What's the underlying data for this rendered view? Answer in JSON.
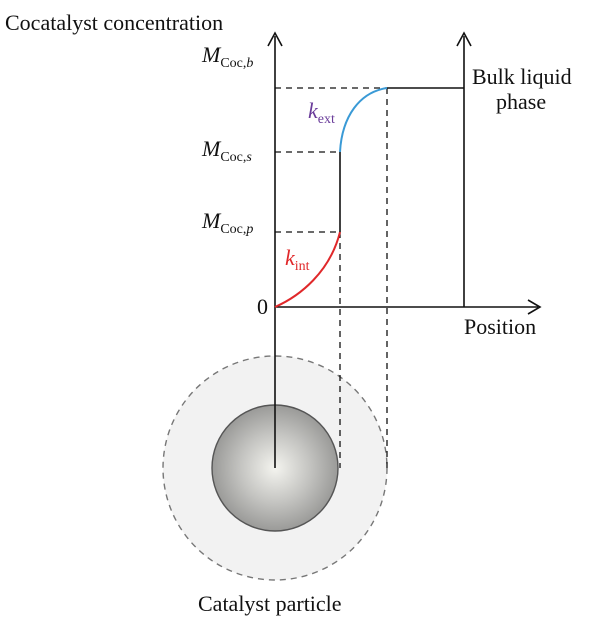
{
  "labels": {
    "y_axis_title": "Cocatalyst concentration",
    "x_axis_title": "Position",
    "bulk_line1": "Bulk liquid",
    "bulk_line2": "phase",
    "origin": "0",
    "particle_caption": "Catalyst particle"
  },
  "levels": {
    "m_coc_b": {
      "symbol": "M",
      "subscript": "Coc,b",
      "sub_main": "Coc,",
      "sub_ital": "b"
    },
    "m_coc_s": {
      "symbol": "M",
      "subscript": "Coc,s",
      "sub_main": "Coc,",
      "sub_ital": "s"
    },
    "m_coc_p": {
      "symbol": "M",
      "subscript": "Coc,p",
      "sub_main": "Coc,",
      "sub_ital": "p"
    }
  },
  "rates": {
    "k_int": {
      "symbol": "k",
      "subscript": "int",
      "color": "#e0282a"
    },
    "k_ext": {
      "symbol": "k",
      "subscript": "ext",
      "color": "#6a3c9a"
    }
  },
  "colors": {
    "internal_curve": "#e0282a",
    "external_curve": "#3a9ad6",
    "k_ext_label": "#6a3c9a",
    "axes": "#111111",
    "dashes": "#111111",
    "outer_halo_fill": "#f2f2f2",
    "outer_halo_stroke": "#777777"
  }
}
